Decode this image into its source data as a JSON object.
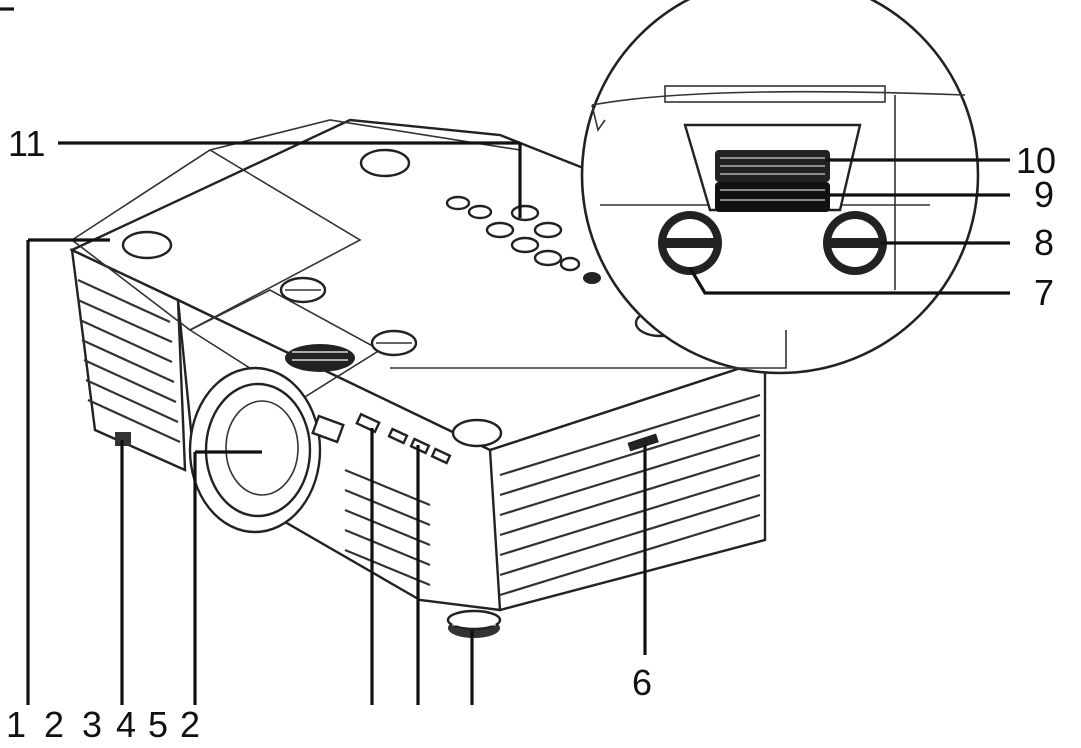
{
  "callouts": {
    "top_left": "1",
    "top_lens": "2",
    "top_11": "11",
    "zoom_10": "10",
    "focus_9": "9",
    "knob_8": "8",
    "knob_7": "7",
    "side_6": "6"
  },
  "bottom_labels": [
    "1",
    "2",
    "3",
    "4",
    "5",
    "2"
  ]
}
